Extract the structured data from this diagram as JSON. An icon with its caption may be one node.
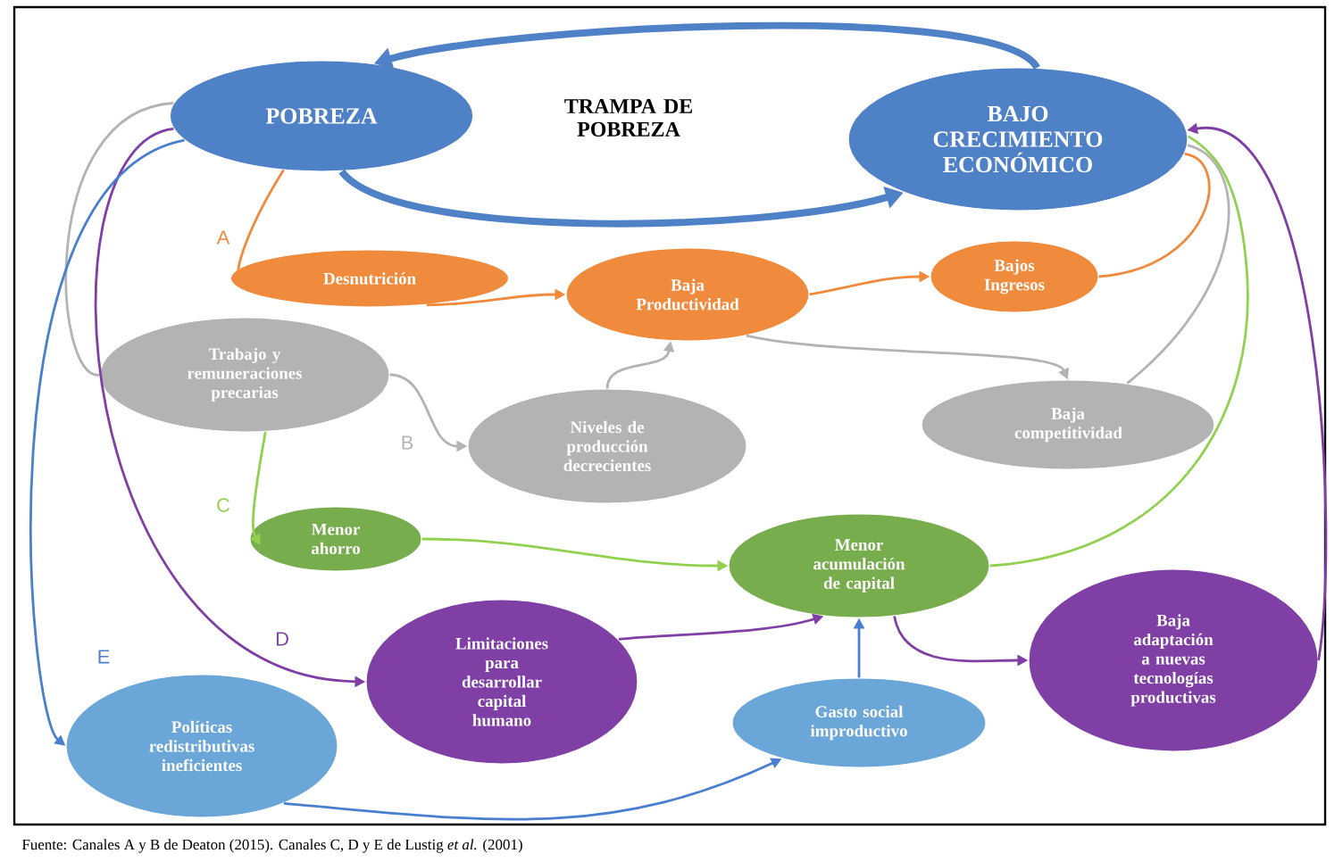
{
  "diagram": {
    "title": "TRAMPA DE POBREZA",
    "caption": "Fuente: Canales A y B de Deaton  (2015). Canales C, D y E de Lustig *et al.* (2001)",
    "nodes": [
      {
        "text": [
          "POBREZA"
        ]
      },
      {
        "text": [
          "BAJO CRECIMIENTO ECONÓMICO"
        ]
      },
      {
        "text": [
          "Desnutrición"
        ]
      },
      {
        "text": [
          "Baja Productividad"
        ]
      },
      {
        "text": [
          "Bajos Ingresos"
        ]
      },
      {
        "text": [
          "Trabajo y remuneraciones precarias"
        ]
      },
      {
        "text": [
          "Niveles de producción decrecientes"
        ]
      },
      {
        "text": [
          "Baja competitividad"
        ]
      },
      {
        "text": [
          "Menor ahorro"
        ]
      },
      {
        "text": [
          "Menor acumulación de capital"
        ]
      },
      {
        "text": [
          "Limitaciones para desarrollar capital humano"
        ]
      },
      {
        "text": [
          "Baja adaptación a nuevas tecnologías productivas"
        ]
      },
      {
        "text": [
          "Políticas redistributivas ineficientes"
        ]
      },
      {
        "text": [
          "Gasto social improductivo"
        ]
      }
    ],
    "edges": [
      {
        "from": 1,
        "to": 0,
        "arrow": "to",
        "style": "thick",
        "color": "#4f81c7"
      },
      {
        "from": 0,
        "to": 1,
        "arrow": "to",
        "style": "thick",
        "color": "#4f81c7"
      },
      {
        "from": 0,
        "to": 2,
        "arrow": "to",
        "label": "A",
        "color": "#f08a3c"
      },
      {
        "from": 2,
        "to": 3,
        "arrow": "to",
        "color": "#f08a3c"
      },
      {
        "from": 3,
        "to": 4,
        "arrow": "to",
        "color": "#f08a3c"
      },
      {
        "from": 4,
        "to": 1,
        "arrow": "none",
        "color": "#f08a3c"
      },
      {
        "from": 0,
        "to": 5,
        "arrow": "none",
        "color": "#b3b3b3"
      },
      {
        "from": 5,
        "to": 6,
        "arrow": "to",
        "label": "B",
        "color": "#b3b3b3"
      },
      {
        "from": 6,
        "to": 3,
        "arrow": "to",
        "color": "#b3b3b3"
      },
      {
        "from": 3,
        "to": 7,
        "arrow": "to",
        "color": "#b3b3b3"
      },
      {
        "from": 7,
        "to": 1,
        "arrow": "none",
        "color": "#b3b3b3"
      },
      {
        "from": 5,
        "to": 8,
        "arrow": "to",
        "label": "C",
        "color": "#92d050"
      },
      {
        "from": 8,
        "to": 9,
        "arrow": "to",
        "color": "#92d050"
      },
      {
        "from": 9,
        "to": 1,
        "arrow": "none",
        "color": "#92d050"
      },
      {
        "from": 0,
        "to": 10,
        "arrow": "to",
        "label": "D",
        "color": "#7f3fa5"
      },
      {
        "from": 10,
        "to": 9,
        "arrow": "to",
        "color": "#7f3fa5"
      },
      {
        "from": 9,
        "to": 11,
        "arrow": "to",
        "color": "#7f3fa5"
      },
      {
        "from": 11,
        "to": 1,
        "arrow": "to",
        "color": "#7f3fa5"
      },
      {
        "from": 0,
        "to": 12,
        "arrow": "to",
        "label": "E",
        "color": "#4a7fd0"
      },
      {
        "from": 12,
        "to": 13,
        "arrow": "to",
        "color": "#4a7fd0"
      },
      {
        "from": 13,
        "to": 9,
        "arrow": "to",
        "color": "#4a7fd0"
      }
    ]
  }
}
